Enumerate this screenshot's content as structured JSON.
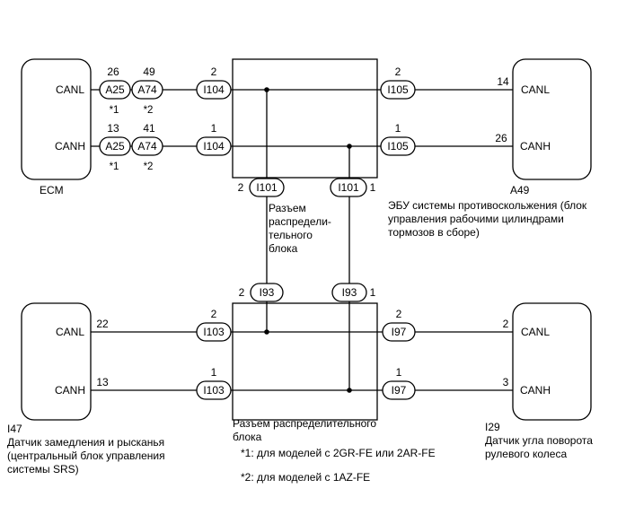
{
  "ecu_top_left": {
    "name": "ECM",
    "pin_canl": "CANL",
    "pin_canh": "CANH"
  },
  "ecu_top_right": {
    "code": "A49",
    "pin_canl": "CANL",
    "pin_canh": "CANH",
    "desc1": "ЭБУ системы противоскольжения (блок",
    "desc2": "управления рабочими цилиндрами",
    "desc3": "тормозов в сборе)"
  },
  "ecu_bottom_left": {
    "code": "I47",
    "pin_canl": "CANL",
    "pin_canh": "CANH",
    "desc1": "Датчик замедления и рысканья",
    "desc2": "(центральный блок управления",
    "desc3": "системы SRS)"
  },
  "ecu_bottom_right": {
    "code": "I29",
    "pin_canl": "CANL",
    "pin_canh": "CANH",
    "desc1": "Датчик угла поворота",
    "desc2": "рулевого колеса"
  },
  "junction_top": {
    "desc1": "Разъем",
    "desc2": "распредели-",
    "desc3": "тельного",
    "desc4": "блока"
  },
  "junction_bottom": {
    "desc1": "Разъем распределительного",
    "desc2": "блока"
  },
  "connectors": {
    "a25_l": {
      "label": "A25",
      "pin": "26",
      "note": "*1"
    },
    "a74_l": {
      "label": "A74",
      "pin": "49",
      "note": "*2"
    },
    "a25_h": {
      "label": "A25",
      "pin": "13",
      "note": "*1"
    },
    "a74_h": {
      "label": "A74",
      "pin": "41",
      "note": "*2"
    },
    "i104_l": {
      "label": "I104",
      "pin": "2"
    },
    "i104_h": {
      "label": "I104",
      "pin": "1"
    },
    "i105_l": {
      "label": "I105",
      "pin": "2"
    },
    "i105_h": {
      "label": "I105",
      "pin": "1"
    },
    "a49_l_pin": "14",
    "a49_h_pin": "26",
    "i101_l": {
      "label": "I101",
      "pin": "2"
    },
    "i101_r": {
      "label": "I101",
      "pin": "1"
    },
    "i93_l": {
      "label": "I93",
      "pin": "2"
    },
    "i93_r": {
      "label": "I93",
      "pin": "1"
    },
    "i47_l_pin": "22",
    "i47_h_pin": "13",
    "i103_l": {
      "label": "I103",
      "pin": "2"
    },
    "i103_h": {
      "label": "I103",
      "pin": "1"
    },
    "i97_l": {
      "label": "I97",
      "pin": "2"
    },
    "i97_h": {
      "label": "I97",
      "pin": "1"
    },
    "i29_l_pin": "2",
    "i29_h_pin": "3"
  },
  "notes": {
    "note1": "*1: для моделей с 2GR-FE или 2AR-FE",
    "note2": "*2: для моделей с 1AZ-FE"
  }
}
